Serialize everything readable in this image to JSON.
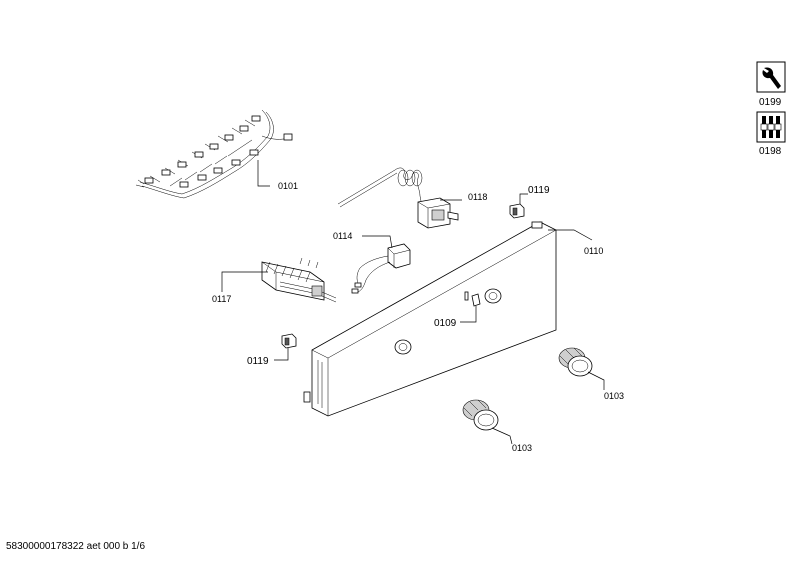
{
  "parts": {
    "p0101": "0101",
    "p0118": "0118",
    "p0119a": "0119",
    "p0114": "0114",
    "p0110": "0110",
    "p0117": "0117",
    "p0109": "0109",
    "p0119b": "0119",
    "p0103a": "0103",
    "p0103b": "0103"
  },
  "side_icons": {
    "top_label": "0199",
    "top_icon": "wrench-icon",
    "bottom_label": "0198",
    "bottom_icon": "screwdriver-set-icon"
  },
  "footer": "58300000178322 aet 000 b 1/6"
}
